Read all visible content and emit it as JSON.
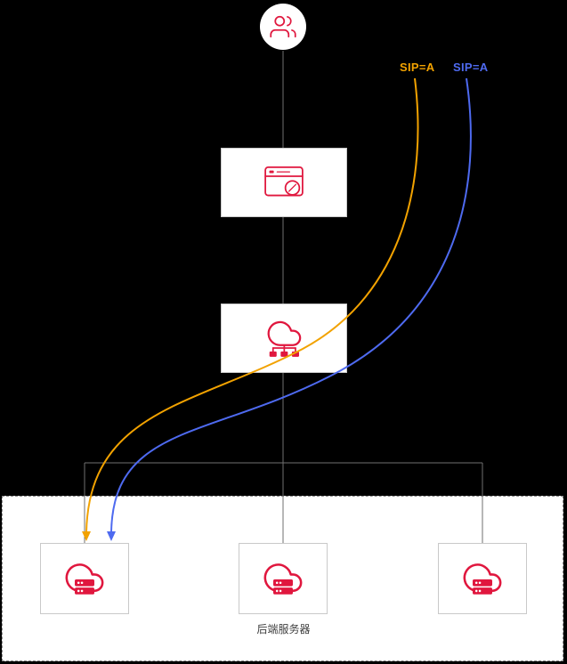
{
  "labels": {
    "sip_orange": "SIP=A",
    "sip_blue": "SIP=A",
    "backend_caption": "后端服务器"
  },
  "icons": {
    "top": "user-icon",
    "middle1": "browser-window-icon",
    "middle2": "cloud-load-balancer-icon",
    "bottom": "cloud-server-icon"
  },
  "colors": {
    "background": "#000000",
    "icon_red": "#e0173e",
    "flow_orange": "#f2a200",
    "flow_blue": "#4e6af0",
    "line_gray": "#6f6f6f",
    "box_border": "#c9c9c9",
    "zone_bg": "#ffffff",
    "zone_border": "#8a8a8a",
    "caption_text": "#404040"
  }
}
